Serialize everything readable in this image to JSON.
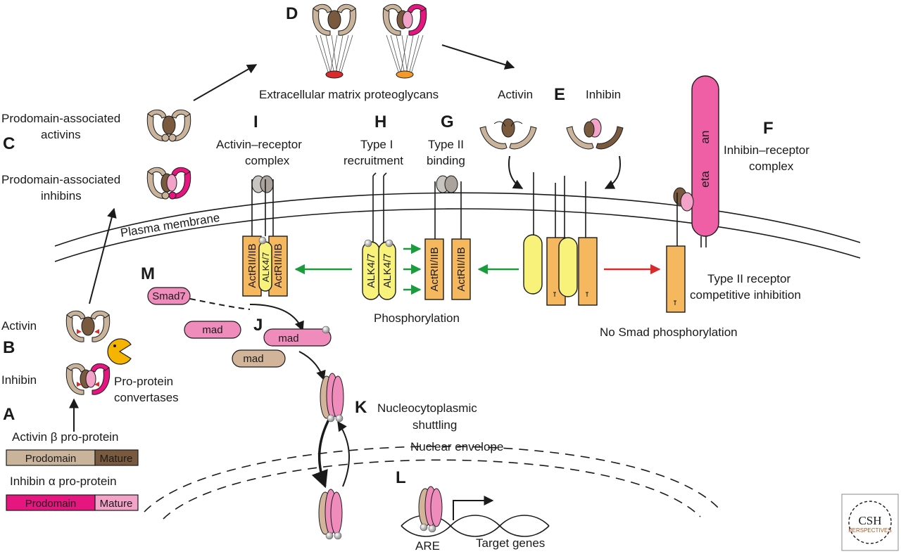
{
  "panels": {
    "a": "A",
    "b": "B",
    "c": "C",
    "d": "D",
    "e": "E",
    "f": "F",
    "g": "G",
    "h": "H",
    "i": "I",
    "j": "J",
    "k": "K",
    "l": "L",
    "m": "M"
  },
  "labels": {
    "ecm": "Extracellular matrix proteoglycans",
    "prodomain_activins_1": "Prodomain-associated",
    "prodomain_activins_2": "activins",
    "prodomain_inhibins_1": "Prodomain-associated",
    "prodomain_inhibins_2": "inhibins",
    "activin_receptor_1": "Activin–receptor",
    "activin_receptor_2": "complex",
    "type1_1": "Type I",
    "type1_2": "recruitment",
    "type2_1": "Type II",
    "type2_2": "binding",
    "activin_e": "Activin",
    "inhibin_e": "Inhibin",
    "inhibin_receptor_1": "Inhibin–receptor",
    "inhibin_receptor_2": "complex",
    "plasma_membrane": "Plasma membrane",
    "phosphorylation": "Phosphorylation",
    "type2_competitive_1": "Type II receptor",
    "type2_competitive_2": "competitive inhibition",
    "no_smad": "No Smad phosphorylation",
    "activin_b": "Activin",
    "inhibin_b": "Inhibin",
    "proprotein_1": "Pro-protein",
    "proprotein_2": "convertases",
    "activin_beta_proprotein": "Activin β pro-protein",
    "inhibin_alpha_proprotein": "Inhibin α pro-protein",
    "nucleo_1": "Nucleocytoplasmic",
    "nucleo_2": "shuttling",
    "nuclear_envelope": "Nuclear envelope",
    "are": "ARE",
    "target_genes": "Target genes",
    "betaglycan_1": "an",
    "betaglycan_2": "eta"
  },
  "boxes": {
    "prodomain": "Prodomain",
    "mature": "Mature",
    "smad7": "Smad7",
    "mad": "mad",
    "actrii": "ActRII/IIB",
    "alk": "ALK4/7"
  },
  "logo": {
    "csh": "CSH",
    "perspectives": "PERSPECTIVES"
  },
  "colors": {
    "activin_prodomain": "#c9b49b",
    "activin_mature": "#7a5a3f",
    "inhibin_prodomain": "#e6157f",
    "inhibin_mature": "#f2a3c7",
    "type2_receptor": "#f6b85f",
    "type1_receptor": "#f8f27a",
    "smad_pink": "#f08cbc",
    "smad_brown": "#d2b49a",
    "green_arrow": "#1a9c3c",
    "red_arrow": "#d92b2b"
  }
}
